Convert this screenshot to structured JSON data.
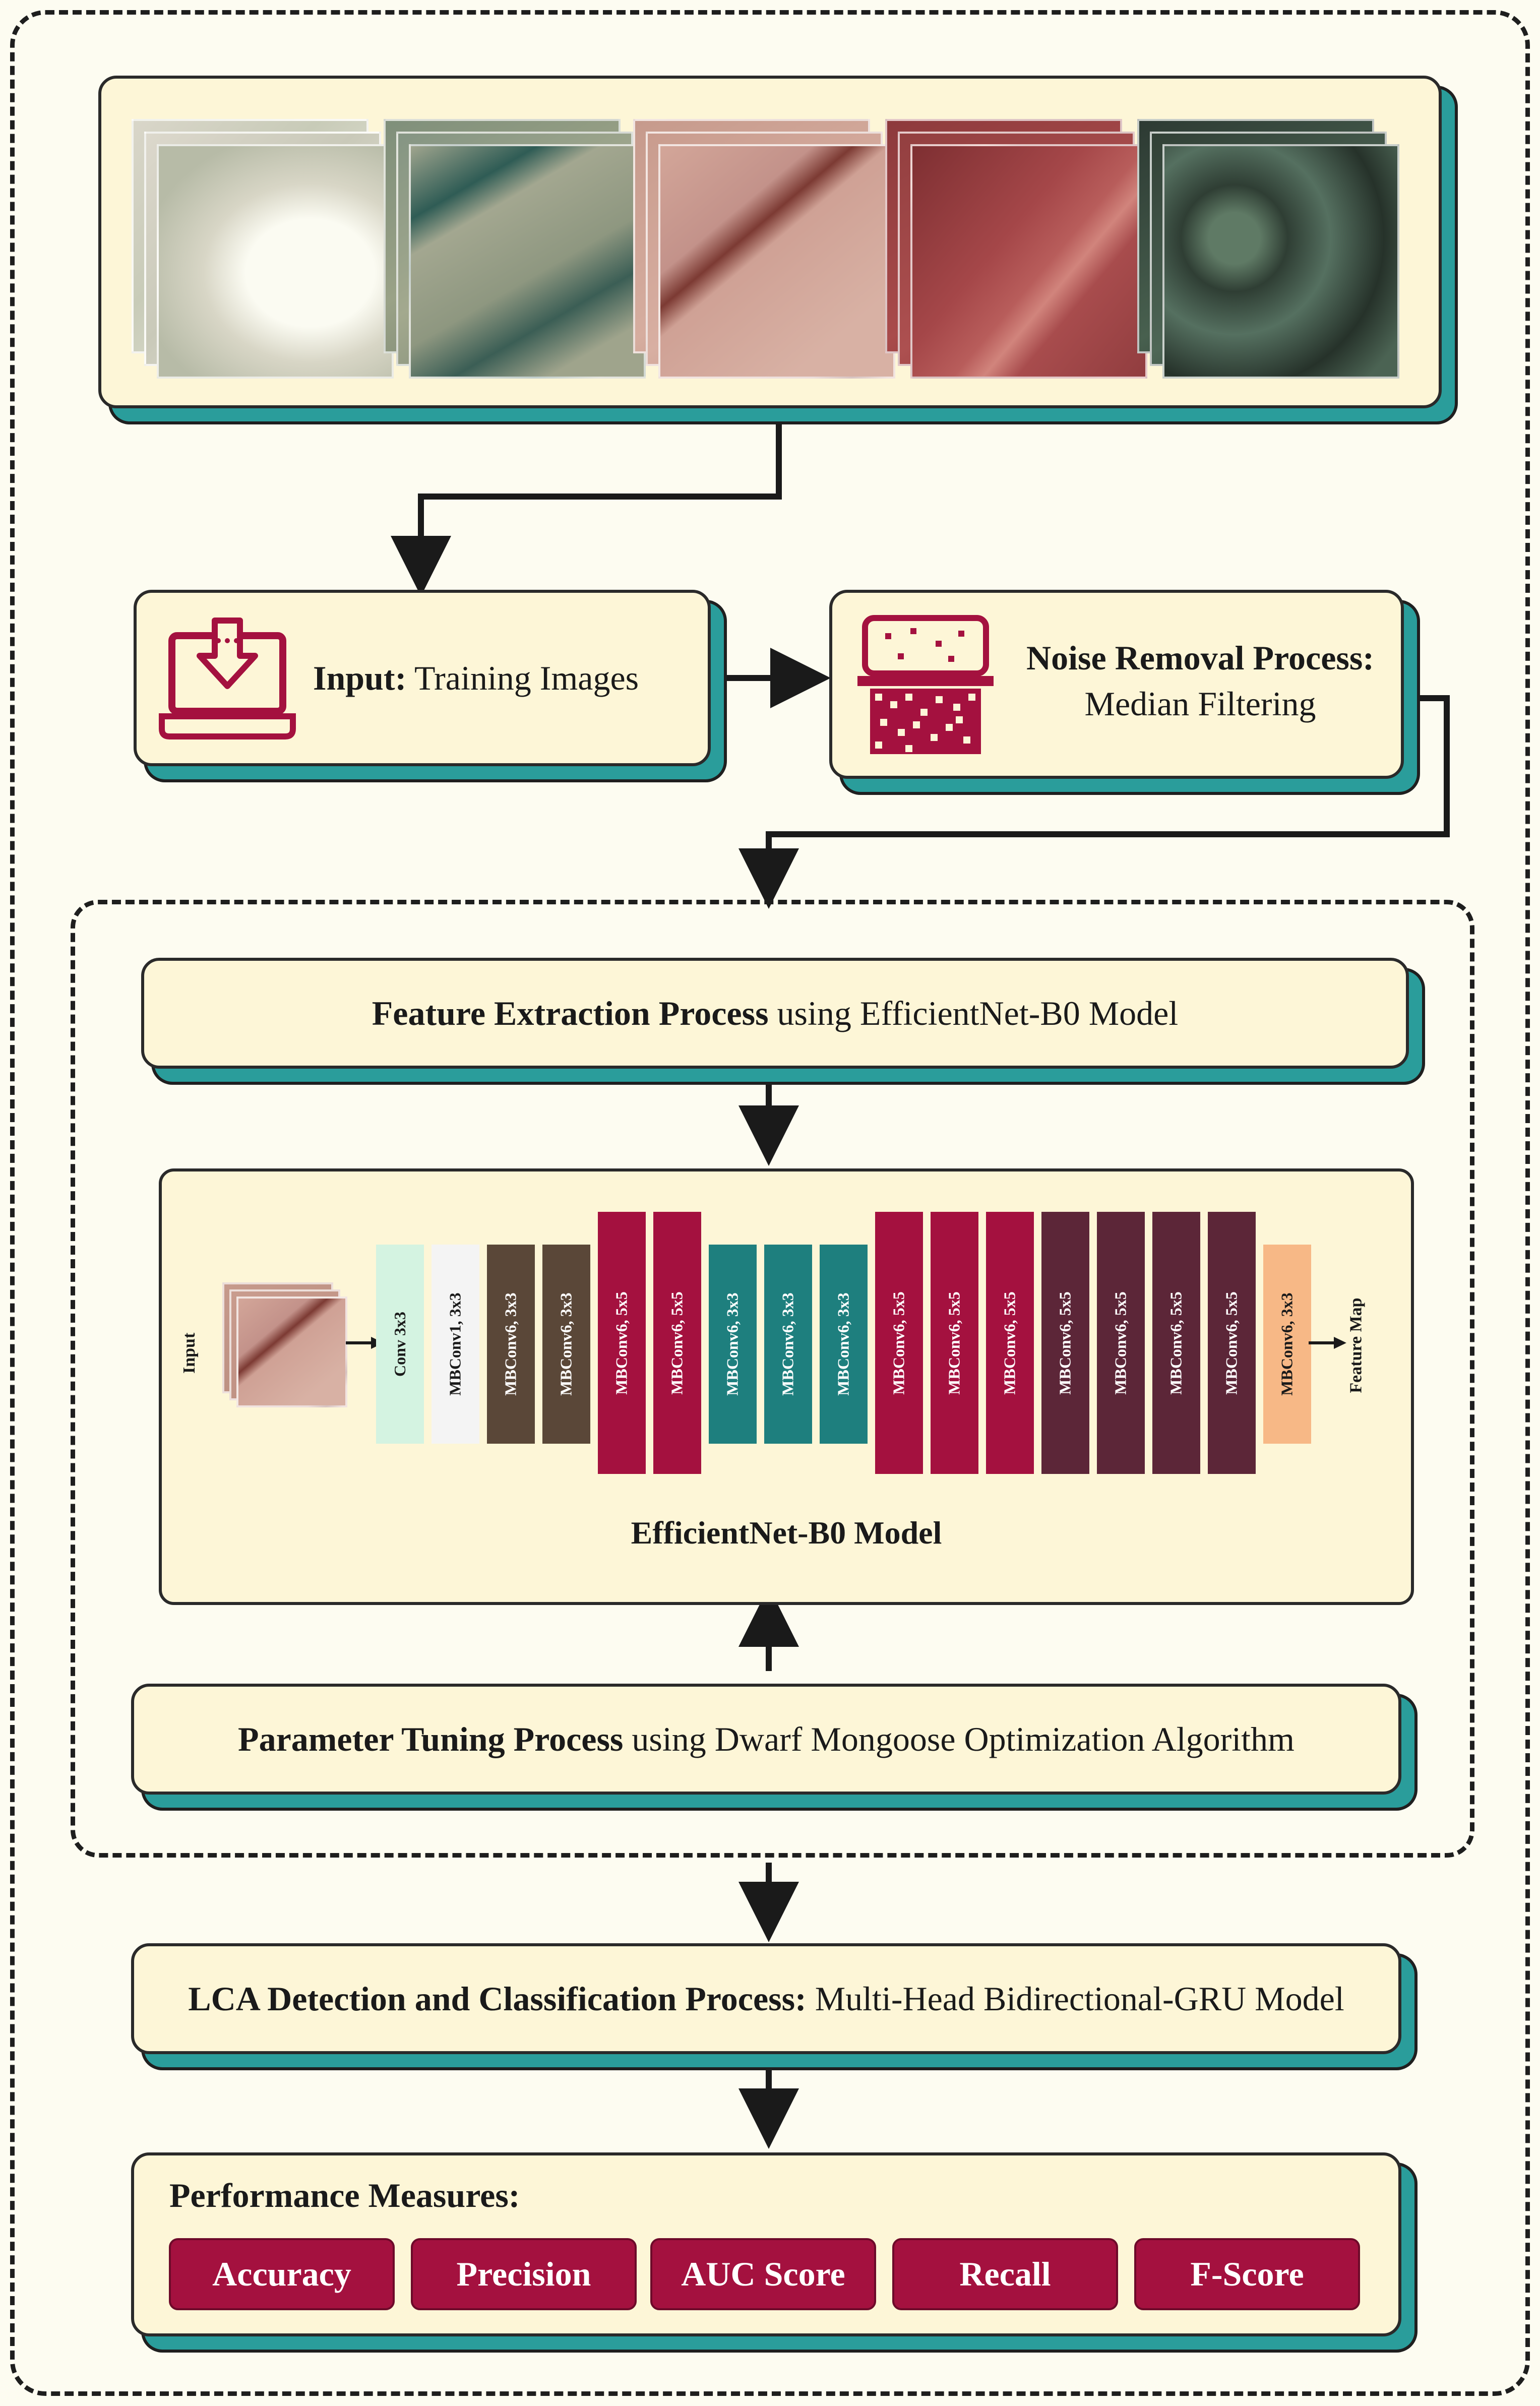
{
  "input_card": {
    "title_bold": "Input:",
    "title_rest": " Training Images"
  },
  "noise_card": {
    "title_bold": "Noise Removal Process:",
    "subtitle": "Median Filtering"
  },
  "feature_card": {
    "title_bold": "Feature Extraction Process",
    "title_rest": " using EfficientNet-B0 Model"
  },
  "model": {
    "title": "EfficientNet-B0 Model",
    "input_label": "Input",
    "output_label": "Feature Map",
    "blocks": [
      {
        "label": "Conv 3x3",
        "color": "#d4f3e1",
        "text_color": "#1a1a1a"
      },
      {
        "label": "MBConv1, 3x3",
        "color": "#f4f4f4",
        "text_color": "#1a1a1a"
      },
      {
        "label": "MBConv6, 3x3",
        "color": "#5a4738",
        "text_color": "#ffffff"
      },
      {
        "label": "MBConv6, 3x3",
        "color": "#5a4738",
        "text_color": "#ffffff"
      },
      {
        "label": "MBConv6, 5x5",
        "color": "#a4113f",
        "text_color": "#ffffff"
      },
      {
        "label": "MBConv6, 5x5",
        "color": "#a4113f",
        "text_color": "#ffffff"
      },
      {
        "label": "MBConv6, 3x3",
        "color": "#1e7f7e",
        "text_color": "#ffffff"
      },
      {
        "label": "MBConv6, 3x3",
        "color": "#1e7f7e",
        "text_color": "#ffffff"
      },
      {
        "label": "MBConv6, 3x3",
        "color": "#1e7f7e",
        "text_color": "#ffffff"
      },
      {
        "label": "MBConv6, 5x5",
        "color": "#a4113f",
        "text_color": "#ffffff"
      },
      {
        "label": "MBConv6, 5x5",
        "color": "#a4113f",
        "text_color": "#ffffff"
      },
      {
        "label": "MBConv6, 5x5",
        "color": "#a4113f",
        "text_color": "#ffffff"
      },
      {
        "label": "MBConv6, 5x5",
        "color": "#5c2638",
        "text_color": "#ffffff"
      },
      {
        "label": "MBConv6, 5x5",
        "color": "#5c2638",
        "text_color": "#ffffff"
      },
      {
        "label": "MBConv6, 5x5",
        "color": "#5c2638",
        "text_color": "#ffffff"
      },
      {
        "label": "MBConv6, 5x5",
        "color": "#5c2638",
        "text_color": "#ffffff"
      },
      {
        "label": "MBConv6, 3x3",
        "color": "#f7b886",
        "text_color": "#1a1a1a"
      }
    ]
  },
  "param_card": {
    "title_bold": "Parameter Tuning Process",
    "title_rest": " using Dwarf Mongoose Optimization Algorithm"
  },
  "lca_card": {
    "title_bold": "LCA Detection and Classification Process:",
    "title_rest": " Multi-Head Bidirectional-GRU Model"
  },
  "performance": {
    "title": "Performance Measures:",
    "metrics": [
      "Accuracy",
      "Precision",
      "AUC Score",
      "Recall",
      "F-Score"
    ]
  },
  "colors": {
    "accent_teal": "#2a9d9b",
    "card_bg": "#fdf6d7",
    "maroon": "#a4113f"
  }
}
